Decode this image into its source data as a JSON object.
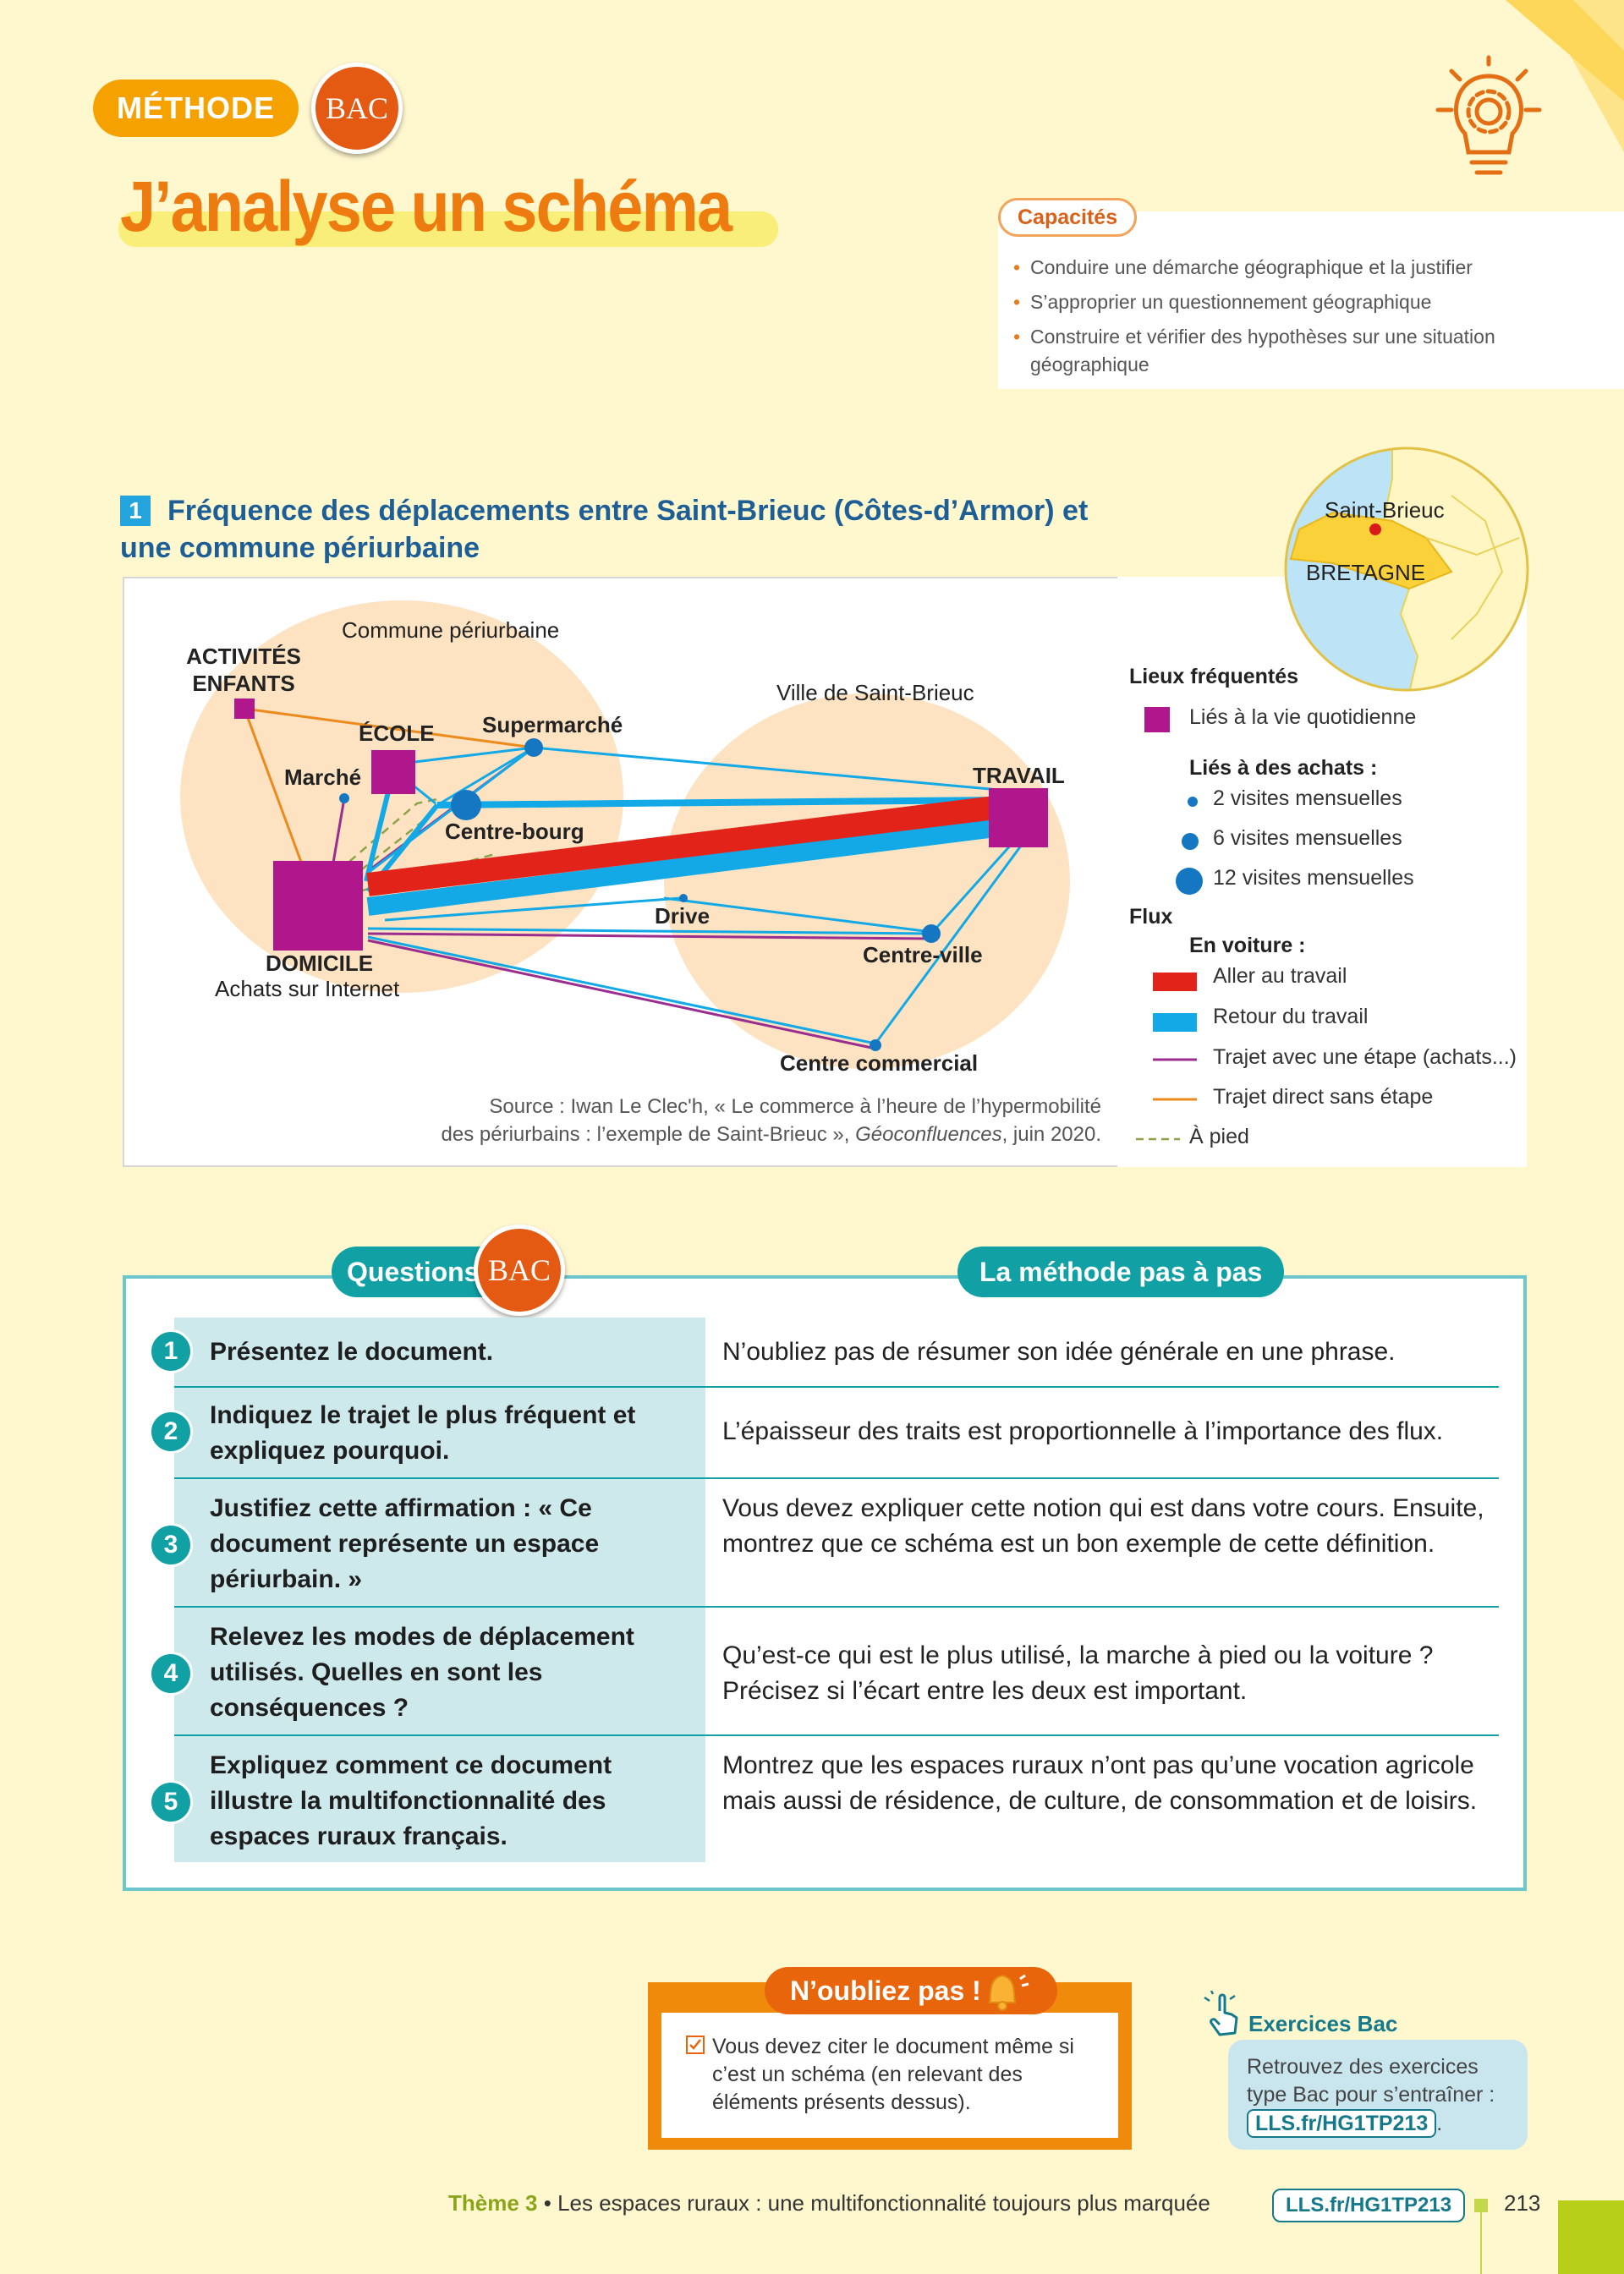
{
  "header": {
    "methode_label": "MÉTHODE",
    "bac_label": "BAC",
    "title": "J’analyse un schéma"
  },
  "capacites": {
    "label": "Capacités",
    "items": [
      "Conduire une démarche géographique et la justifier",
      "S’approprier un questionnement géographique",
      "Construire et vérifier des hypothèses sur une situation géographique"
    ]
  },
  "document": {
    "number": "1",
    "title": "Fréquence des déplacements entre Saint-Brieuc (Côtes-d’Armor) et une commune périurbaine",
    "map_labels": {
      "commune": "Commune périurbaine",
      "ville": "Ville de Saint-Brieuc",
      "activites": "ACTIVITÉS ENFANTS",
      "ecole": "ÉCOLE",
      "supermarche": "Supermarché",
      "marche": "Marché",
      "centre_bourg": "Centre-bourg",
      "domicile": "DOMICILE",
      "internet": "Achats sur Internet",
      "drive": "Drive",
      "travail": "TRAVAIL",
      "centre_ville": "Centre-ville",
      "centre_commercial": "Centre commercial"
    },
    "inset": {
      "city": "Saint-Brieuc",
      "region": "BRETAGNE"
    },
    "legend": {
      "lieux_title": "Lieux fréquentés",
      "quotidien": "Liés à la vie quotidienne",
      "achats_title": "Liés à des achats :",
      "v2": "2 visites mensuelles",
      "v6": "6 visites mensuelles",
      "v12": "12 visites mensuelles",
      "flux_title": "Flux",
      "voiture_title": "En voiture :",
      "aller": "Aller au travail",
      "retour": "Retour du travail",
      "etape": "Trajet avec une étape (achats...)",
      "direct": "Trajet direct sans étape",
      "pied": "À pied"
    },
    "source_line1": "Source : Iwan Le Clec'h, « Le commerce à l’heure de l’hypermobilité",
    "source_line2_pre": "des périurbains : l’exemple de Saint-Brieuc », ",
    "source_journal": "Géoconfluences",
    "source_line2_post": ", juin 2020.",
    "colors": {
      "lieux": "#b0178c",
      "achats": "#1576c2",
      "aller": "#e2231a",
      "retour": "#12a9e6",
      "etape": "#9b2d8e",
      "direct": "#ee8a1c",
      "pied": "#8ca34a"
    }
  },
  "questions": {
    "label": "Questions",
    "bac_label": "BAC",
    "methode_label": "La méthode pas à pas",
    "rows": [
      {
        "num": "1",
        "question": "Présentez le document.",
        "method": "N’oubliez pas de résumer son idée générale en une phrase."
      },
      {
        "num": "2",
        "question": "Indiquez le trajet le plus fréquent et expliquez pourquoi.",
        "method": "L’épaisseur des traits est proportionnelle à l’importance des flux."
      },
      {
        "num": "3",
        "question": "Justifiez cette affirmation : « Ce document représente un espace périurbain. »",
        "method": "Vous devez expliquer cette notion qui est dans votre cours. Ensuite, montrez que ce schéma est un bon exemple de cette définition."
      },
      {
        "num": "4",
        "question": "Relevez les modes de déplacement utilisés. Quelles en sont les conséquences ?",
        "method": "Qu’est-ce qui est le plus utilisé, la marche à pied ou la voiture ? Précisez si l’écart entre les deux est important."
      },
      {
        "num": "5",
        "question": "Expliquez comment ce document illustre la multifonctionnalité des espaces ruraux français.",
        "method": "Montrez que les espaces ruraux n’ont pas qu’une vocation agricole mais aussi de résidence, de culture, de consommation et de loisirs."
      }
    ]
  },
  "reminder": {
    "label": "N’oubliez pas !",
    "text": "Vous devez citer le document même si c’est un schéma (en relevant des éléments présents dessus)."
  },
  "exercices": {
    "title": "Exercices Bac",
    "text": "Retrouvez des exercices type Bac pour s’entraîner : ",
    "link": "LLS.fr/HG1TP213",
    "after": "."
  },
  "footer": {
    "theme": "Thème 3",
    "sep": " • ",
    "text": "Les espaces ruraux : une multifonctionnalité toujours plus marquée",
    "link": "LLS.fr/HG1TP213",
    "page": "213"
  }
}
